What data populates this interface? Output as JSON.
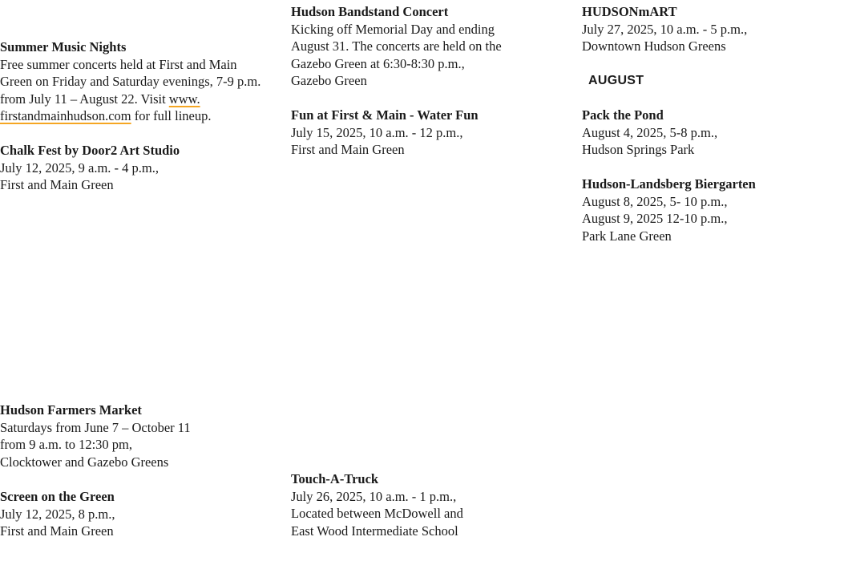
{
  "col1": {
    "summer_music": {
      "title": "Summer Music Nights",
      "desc_before": "Free summer concerts held at First and Main Green on Friday and Saturday evenings, 7-9 p.m. from July 11 – August 22. Visit ",
      "link_text": "www.\nfirstandmainhudson.com",
      "desc_after": " for full lineup."
    },
    "chalk_fest": {
      "title": "Chalk Fest by Door2 Art Studio",
      "line1": "July 12, 2025, 9 a.m. - 4 p.m.,",
      "line2": "First and Main Green"
    },
    "farmers_market": {
      "title": "Hudson Farmers Market",
      "line1": "Saturdays from June 7 – October 11",
      "line2": "from 9 a.m. to 12:30 pm,",
      "line3": "Clocktower and Gazebo Greens"
    },
    "screen_green": {
      "title": "Screen on the Green",
      "line1": "July 12, 2025, 8 p.m.,",
      "line2": "First and Main Green"
    }
  },
  "col2": {
    "bandstand": {
      "title": "Hudson Bandstand Concert",
      "line1": "Kicking off Memorial Day and ending",
      "line2": "August 31. The concerts are held on the",
      "line3": "Gazebo Green at 6:30-8:30 p.m.,",
      "line4": "Gazebo Green"
    },
    "fun_first_main": {
      "title": "Fun at First & Main - Water Fun",
      "line1": "July 15, 2025, 10 a.m. - 12 p.m.,",
      "line2": "First and Main Green"
    },
    "touch_truck": {
      "title": "Touch-A-Truck",
      "line1": "July 26, 2025, 10 a.m. - 1 p.m.,",
      "line2": "Located between McDowell and",
      "line3": "East Wood Intermediate School"
    }
  },
  "col3": {
    "hudsonmart": {
      "title": "HUDSONmART",
      "line1": "July 27, 2025, 10 a.m. - 5 p.m.,",
      "line2": "Downtown Hudson Greens"
    },
    "august_heading": "AUGUST",
    "pack_pond": {
      "title": "Pack the Pond",
      "line1": "August 4, 2025, 5-8 p.m.,",
      "line2": "Hudson Springs Park"
    },
    "biergarten": {
      "title": "Hudson-Landsberg Biergarten",
      "line1": "August 8, 2025, 5- 10 p.m.,",
      "line2": "August 9, 2025 12-10 p.m.,",
      "line3": "Park Lane Green"
    }
  },
  "colors": {
    "text": "#1a1a1a",
    "link_underline": "#f5a623",
    "background": "#ffffff"
  }
}
